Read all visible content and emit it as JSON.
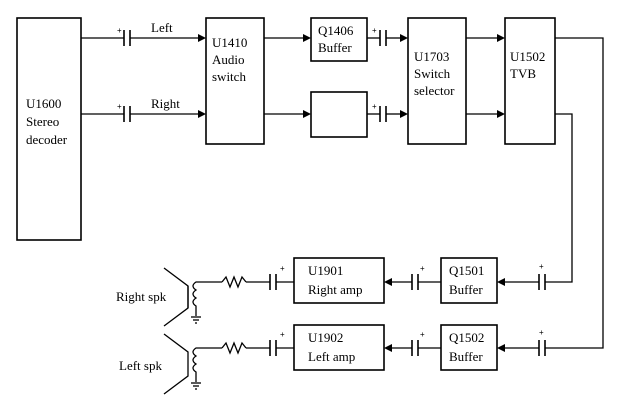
{
  "diagram": {
    "blocks": {
      "u1600": [
        "U1600",
        "Stereo",
        "decoder"
      ],
      "u1410": [
        "U1410",
        "Audio",
        "switch"
      ],
      "q1406": [
        "Q1406",
        "Buffer"
      ],
      "u1703": [
        "U1703",
        "Switch",
        "selector"
      ],
      "u1502": [
        "U1502",
        "TVB"
      ],
      "u1901": [
        "U1901",
        "Right amp"
      ],
      "q1501": [
        "Q1501",
        "Buffer"
      ],
      "u1902": [
        "U1902",
        "Left amp"
      ],
      "q1502": [
        "Q1502",
        "Buffer"
      ]
    },
    "signals": {
      "left": "Left",
      "right": "Right"
    },
    "speakers": {
      "right": "Right spk",
      "left": "Left spk"
    },
    "capacitor_polarity": "+"
  }
}
